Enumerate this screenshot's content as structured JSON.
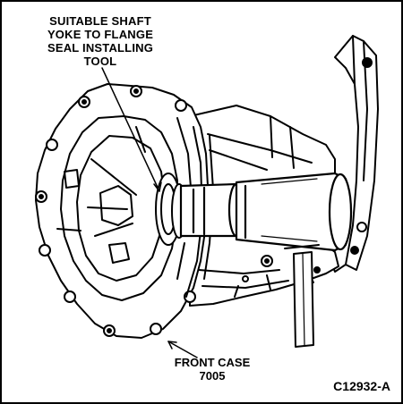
{
  "callouts": {
    "tool": {
      "line1": "SUITABLE SHAFT",
      "line2": "YOKE TO FLANGE",
      "line3": "SEAL INSTALLING",
      "line4": "TOOL"
    },
    "case": {
      "line1": "FRONT CASE",
      "line2": "7005"
    }
  },
  "figure_id": "C12932-A",
  "colors": {
    "ink": "#000000",
    "paper": "#ffffff"
  }
}
